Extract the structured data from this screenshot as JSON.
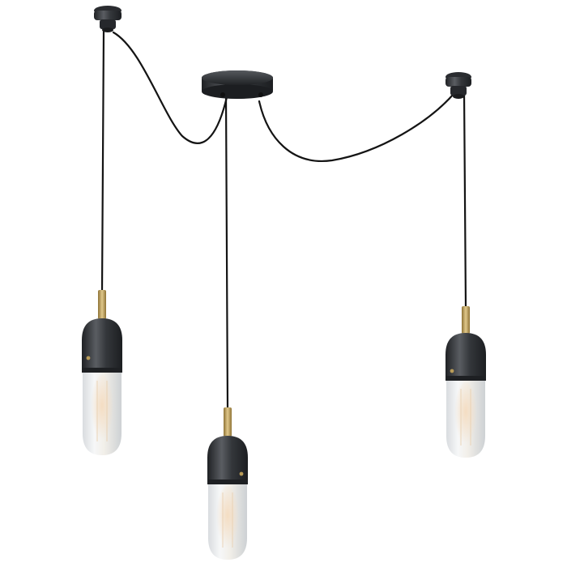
{
  "image": {
    "background": "#ffffff",
    "colors": {
      "bronze": "#2e3034",
      "bronze_highlight": "#5a5d62",
      "cord": "#141414",
      "brass": "#c8a860",
      "brass_shadow": "#8f7336",
      "frosted_glass": "#eef0f1",
      "glass_shadow": "#cfd3d6",
      "filament_glow": "#f4dcc0"
    },
    "objects": [
      "ceiling-canopy",
      "cord-anchor",
      "pendant-light"
    ]
  }
}
